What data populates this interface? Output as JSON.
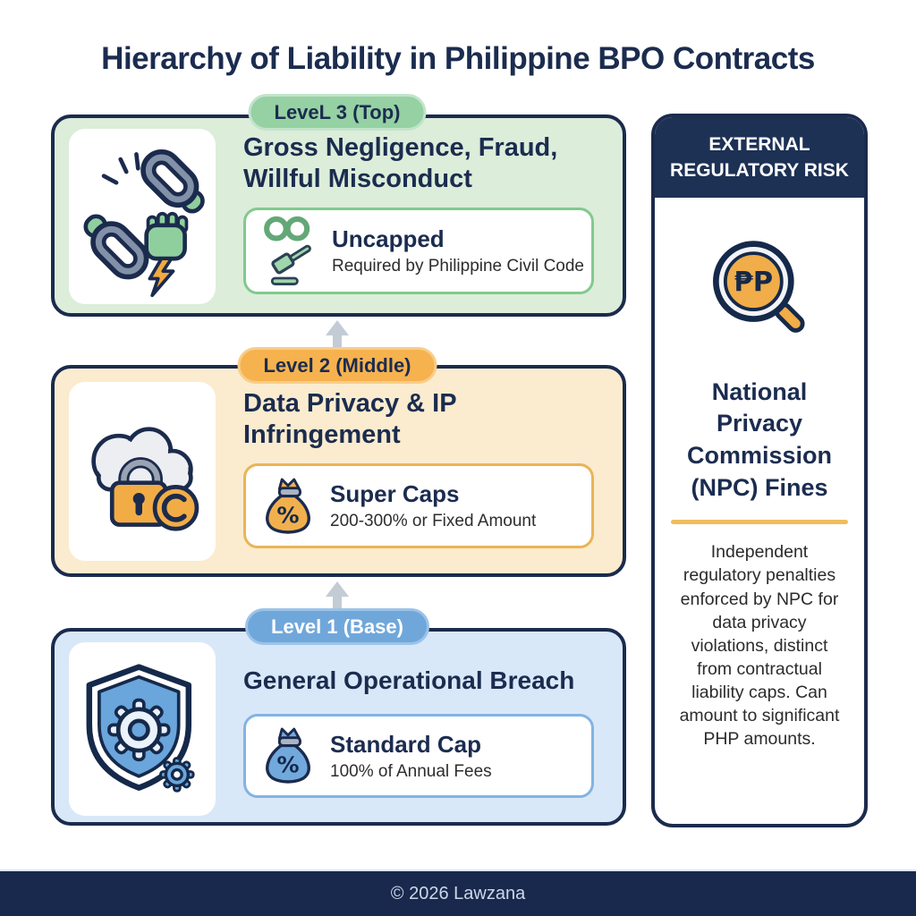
{
  "title": "Hierarchy of Liability in Philippine BPO Contracts",
  "levels": [
    {
      "badge": "LeveL 3 (Top)",
      "heading": "Gross Negligence, Fraud, Willful Misconduct",
      "icon": "broken-chain-fist-lightning-icon",
      "cap_icon": "infinity-gavel-icon",
      "cap_title": "Uncapped",
      "cap_subtitle": "Required by Philippine Civil Code",
      "fill": "#dcedda",
      "badge_color": "#95d1a2",
      "accent": "#82c98f"
    },
    {
      "badge": "Level 2 (Middle)",
      "heading": "Data Privacy & IP Infringement",
      "icon": "cloud-lock-copyright-icon",
      "cap_icon": "money-bag-percent-icon",
      "cap_symbol": "%",
      "cap_title": "Super Caps",
      "cap_subtitle": "200-300% or Fixed Amount",
      "fill": "#fbeccf",
      "badge_color": "#f6b24e",
      "accent": "#eab456"
    },
    {
      "badge": "Level 1 (Base)",
      "heading": "General Operational Breach",
      "icon": "shield-gears-icon",
      "cap_icon": "money-bag-percent-icon",
      "cap_symbol": "%",
      "cap_title": "Standard Cap",
      "cap_subtitle": "100% of Annual Fees",
      "fill": "#d9e8f8",
      "badge_color": "#70a7da",
      "accent": "#82b4e2"
    }
  ],
  "sidebar": {
    "header": "EXTERNAL REGULATORY RISK",
    "icon": "peso-magnifier-icon",
    "icon_text": "₱P",
    "title": "National Privacy Commission (NPC) Fines",
    "description": "Independent regulatory penalties enforced by NPC for data privacy violations, distinct from contractual liability caps. Can amount to significant PHP amounts."
  },
  "footer": {
    "text": "© 2026 Lawzana"
  },
  "colors": {
    "navy": "#1b2b4d",
    "green_fill": "#dcedda",
    "green_badge": "#95d1a2",
    "green_accent": "#82c98f",
    "orange_fill": "#fbeccf",
    "orange_badge": "#f6b24e",
    "orange_accent": "#eab456",
    "blue_fill": "#d9e8f8",
    "blue_badge": "#70a7da",
    "blue_accent": "#82b4e2",
    "arrow_gray": "#c3cbd5",
    "sidebar_header_navy": "#1d3155",
    "footer_navy": "#19294d",
    "divider_orange": "#f0bd5c"
  }
}
